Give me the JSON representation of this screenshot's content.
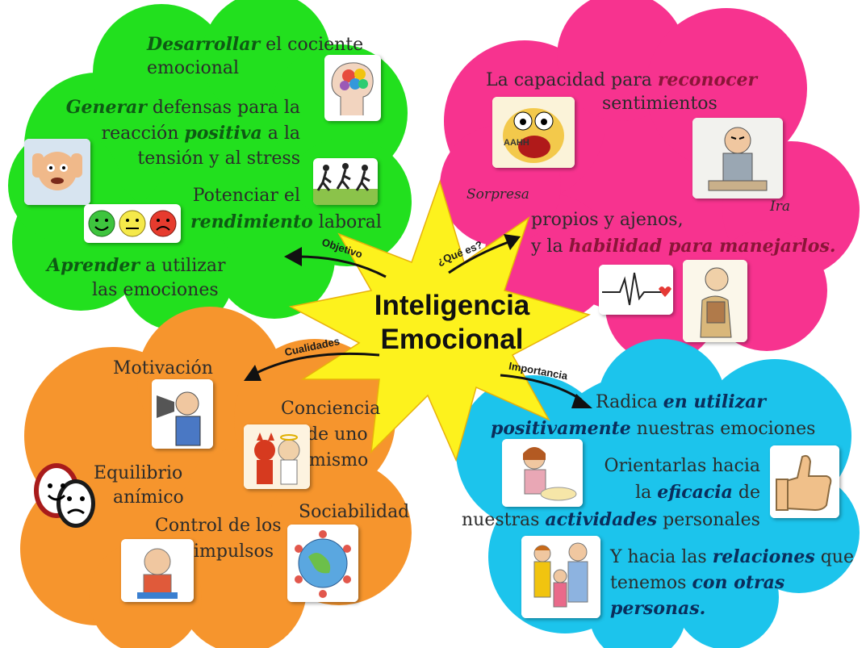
{
  "center": {
    "line1": "Inteligencia",
    "line2": "Emocional"
  },
  "branches": {
    "objetivo": "Objetivo",
    "que_es": "¿Qué es?",
    "cualidades": "Cualidades",
    "importancia": "Importancia"
  },
  "green": {
    "l1_bold": "Desarrollar",
    "l1_rest": " el cociente",
    "l2": "emocional",
    "l3_bold": "Generar",
    "l3_rest": " defensas para la",
    "l4_a": "reacción ",
    "l4_bold": "positiva",
    "l4_c": " a la",
    "l5": "tensión y al stress",
    "l6": "Potenciar el",
    "l7_bold": "rendimiento",
    "l7_rest": " laboral",
    "l8_bold": "Aprender",
    "l8_rest": " a utilizar",
    "l9": "las emociones"
  },
  "pink": {
    "l1_a": "La capacidad para ",
    "l1_bold": "reconocer",
    "l2": "sentimientos",
    "sorpresa": "Sorpresa",
    "ira": "Ira",
    "l3": "propios y ajenos,",
    "l4_a": "y la ",
    "l4_bold": "habilidad para manejarlos."
  },
  "orange": {
    "motivacion": "Motivación",
    "conciencia1": "Conciencia",
    "conciencia2": "de uno",
    "conciencia3": "mismo",
    "equilibrio1": "Equilibrio",
    "equilibrio2": "anímico",
    "control1": "Control de los",
    "control2": "impulsos",
    "sociabilidad": "Sociabilidad"
  },
  "blue": {
    "l1_a": "Radica ",
    "l1_bold": "en utilizar",
    "l2_bold": "positivamente",
    "l2_rest": " nuestras emociones",
    "l3": "Orientarlas hacia",
    "l4_a": "la ",
    "l4_bold": "eficacia",
    "l4_c": " de",
    "l5_a": "nuestras ",
    "l5_bold": "actividades",
    "l5_c": " personales",
    "l6_a": "Y hacia las ",
    "l6_bold": "relaciones",
    "l6_c": " que",
    "l7_a": "tenemos ",
    "l7_bold": "con otras",
    "l8_bold": "personas."
  },
  "colors": {
    "green": "#22e01e",
    "pink": "#f7338f",
    "orange": "#f6952d",
    "blue": "#1cc4ec",
    "star": "#fdf21d"
  },
  "icons": [
    "brain-icon",
    "stressed-man-icon",
    "runners-icon",
    "emoji-faces-icon",
    "surprised-face-icon",
    "angry-man-icon",
    "heartbeat-icon",
    "anxious-man-icon",
    "megaphone-man-icon",
    "devil-angel-icon",
    "theater-masks-icon",
    "calm-child-icon",
    "world-people-icon",
    "woman-food-icon",
    "thumbs-up-icon",
    "family-icon"
  ]
}
